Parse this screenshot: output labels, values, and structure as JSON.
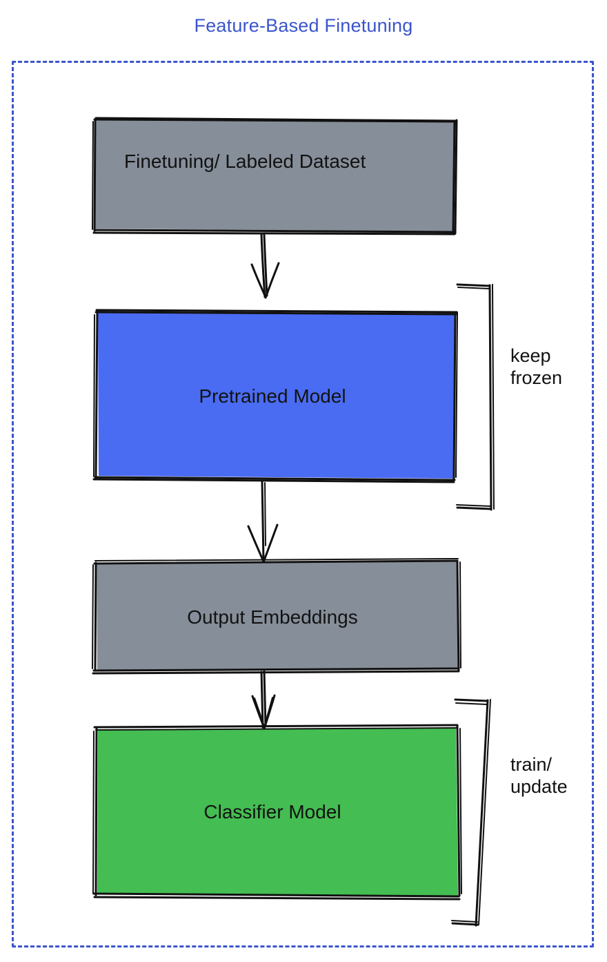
{
  "diagram": {
    "title": "Feature-Based Finetuning",
    "title_color": "#3b55cc",
    "frame": {
      "style": "dashed",
      "color": "#3b55cc"
    },
    "nodes": [
      {
        "id": "dataset",
        "label": "Finetuning/ Labeled Dataset",
        "fill": "#868e99",
        "stroke": "#111111",
        "text_color": "#121212"
      },
      {
        "id": "pretrained-model",
        "label": "Pretrained Model",
        "fill": "#4a6cf2",
        "stroke": "#111111",
        "text_color": "#121212"
      },
      {
        "id": "output-embeddings",
        "label": "Output Embeddings",
        "fill": "#868e99",
        "stroke": "#111111",
        "text_color": "#121212"
      },
      {
        "id": "classifier-model",
        "label": "Classifier Model",
        "fill": "#44bd52",
        "stroke": "#111111",
        "text_color": "#121212"
      }
    ],
    "connectors": [
      {
        "id": "arrow-dataset-to-pretrained",
        "from": "dataset",
        "to": "pretrained-model",
        "direction": "down"
      },
      {
        "id": "arrow-pretrained-to-embeddings",
        "from": "pretrained-model",
        "to": "output-embeddings",
        "direction": "down"
      },
      {
        "id": "arrow-embeddings-to-classifier",
        "from": "output-embeddings",
        "to": "classifier-model",
        "direction": "down"
      }
    ],
    "annotations": [
      {
        "id": "keep-frozen",
        "label": "keep\nfrozen",
        "target": "pretrained-model",
        "bracket": "right"
      },
      {
        "id": "train-update",
        "label": "train/\nupdate",
        "target": "classifier-model",
        "bracket": "right"
      }
    ]
  }
}
